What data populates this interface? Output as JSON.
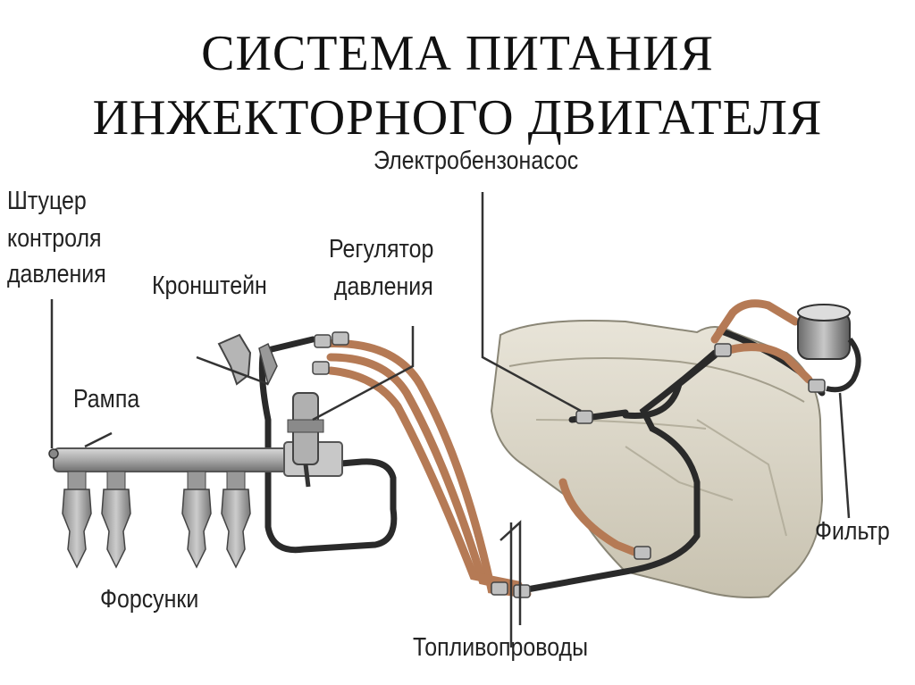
{
  "title": {
    "line1": "СИСТЕМА ПИТАНИЯ",
    "line2": "ИНЖЕКТОРНОГО ДВИГАТЕЛЯ"
  },
  "labels": {
    "pump": "Электробензонасос",
    "fitting_line1": "Штуцер",
    "fitting_line2": "контроля",
    "fitting_line3": "давления",
    "bracket": "Кронштейн",
    "regulator_line1": "Регулятор",
    "regulator_line2": "давления",
    "rail": "Рампа",
    "injectors": "Форсунки",
    "fuel_lines": "Топливопроводы",
    "filter": "Фильтр"
  },
  "colors": {
    "copper_pipe": "#b57a55",
    "dark_pipe": "#2a2a2a",
    "tank": "#d9d4c4",
    "metal": "#a0a0a0"
  }
}
